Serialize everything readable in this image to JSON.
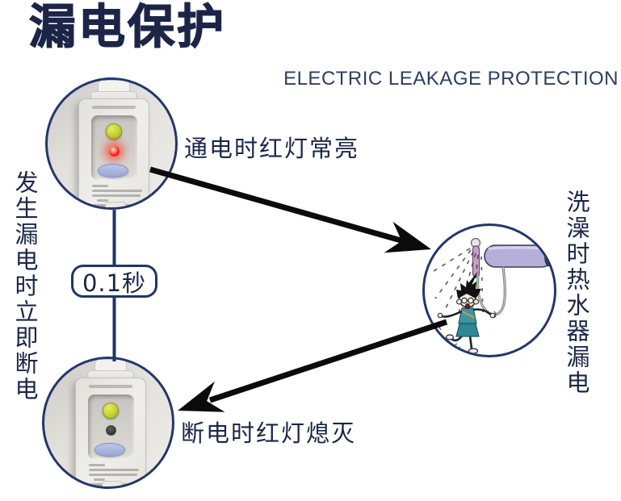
{
  "header": {
    "title": "漏电保护",
    "subtitle": "ELECTRIC LEAKAGE PROTECTION"
  },
  "labels": {
    "top_plug": "通电时红灯常亮",
    "bottom_plug": "断电时红灯熄灭",
    "left_vertical": "发生漏电时立即断电",
    "right_vertical": "洗澡时热水器漏电",
    "timer": "0.1秒"
  },
  "diagram": {
    "nodes": [
      {
        "id": "plug-powered",
        "type": "photo",
        "icon": "leakage-protector-plug-red-led-on",
        "caption": "通电时红灯常亮"
      },
      {
        "id": "shower-leak",
        "type": "illustration",
        "icon": "shower-electric-shock-cartoon",
        "caption": "洗澡时热水器漏电"
      },
      {
        "id": "plug-tripped",
        "type": "photo",
        "icon": "leakage-protector-plug-red-led-off",
        "caption": "断电时红灯熄灭"
      }
    ],
    "arrows": [
      {
        "from": "plug-powered",
        "to": "shower-leak",
        "icon": "arrow-down-right"
      },
      {
        "from": "shower-leak",
        "to": "plug-tripped",
        "icon": "arrow-down-left"
      },
      {
        "from": "plug-powered",
        "to": "plug-tripped",
        "style": "line-through-timer",
        "label": "0.1秒"
      }
    ],
    "side_note": "发生漏电时立即断电"
  },
  "colors": {
    "navy_text": "#1b2649",
    "title_navy": "#1c2547",
    "subtitle_navy": "#2e3d63",
    "circle_border": "#24366b",
    "arrow_black": "#0b0b0b",
    "red_led_on": "#ff2a1a",
    "led_off": "#2e342e",
    "yellow_button": "#c3cf30",
    "reset_oval": "#9aa7d6",
    "heater_lavender": "#b6b0d8",
    "clothes_teal": "#3d95a4"
  }
}
